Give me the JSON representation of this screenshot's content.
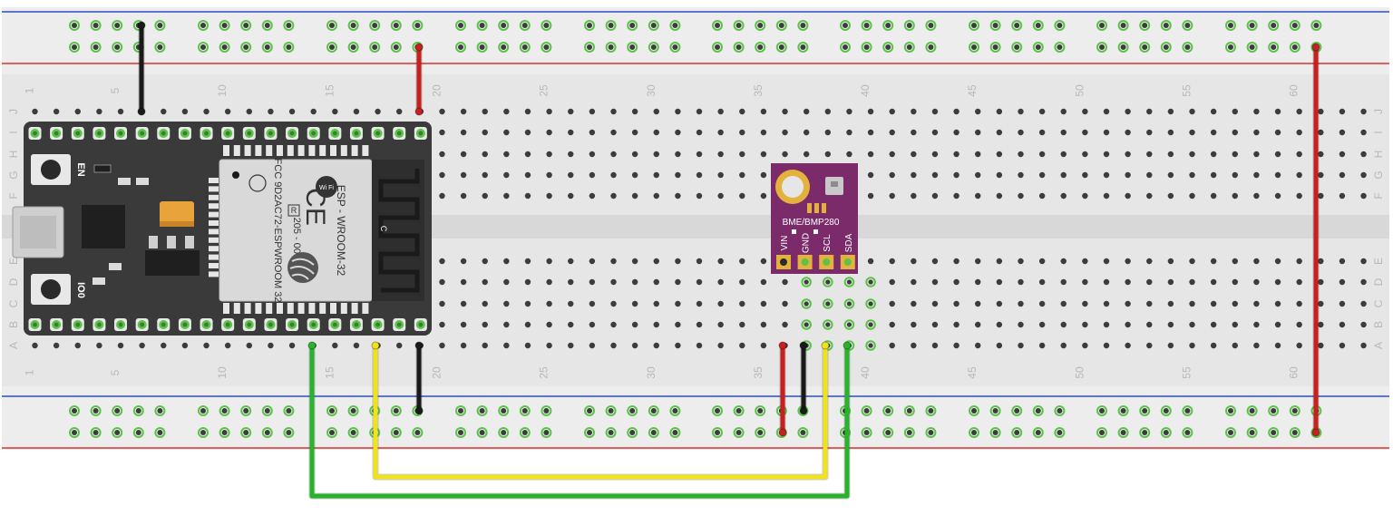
{
  "breadboard": {
    "row_letters_top": [
      "J",
      "I",
      "H",
      "G",
      "F"
    ],
    "row_letters_bottom": [
      "E",
      "D",
      "C",
      "B",
      "A"
    ],
    "column_numbers": [
      "1",
      "5",
      "10",
      "15",
      "20",
      "25",
      "30",
      "35",
      "40",
      "45",
      "50",
      "55",
      "60"
    ],
    "colors": {
      "body": "#e6e6e6",
      "rail_blue": "#2d4fc4",
      "rail_red": "#d63333",
      "hole": "#3c3c3c",
      "hole_connected": "#5cc24a",
      "label": "#b8b8b8"
    }
  },
  "esp32": {
    "button_en": "EN",
    "button_io0": "IO0",
    "module_wifi_badge": "Wi Fi",
    "module_name": "ESP - WROOM-32",
    "module_cert_fcc": "FCC  9D2AC72-ESPWROOM 32",
    "module_cert_r": "R",
    "module_cert_num": "205 - 000519",
    "module_ce": "CE",
    "antenna_label": "C",
    "colors": {
      "board": "#3a3a3a",
      "shield": "#d9d9d9",
      "pad": "#e8e8e8",
      "pin_ring": "#5cc24a"
    }
  },
  "sensor": {
    "title": "BME/BMP280",
    "pins": [
      "VIN",
      "GND",
      "SCL",
      "SDA"
    ],
    "colors": {
      "board": "#7b2a6a",
      "pad": "#e3b23c"
    }
  },
  "wires": {
    "colors": {
      "red": "#c8201f",
      "black": "#1a1a1a",
      "green": "#29b32c",
      "yellow": "#f0e21b"
    }
  }
}
